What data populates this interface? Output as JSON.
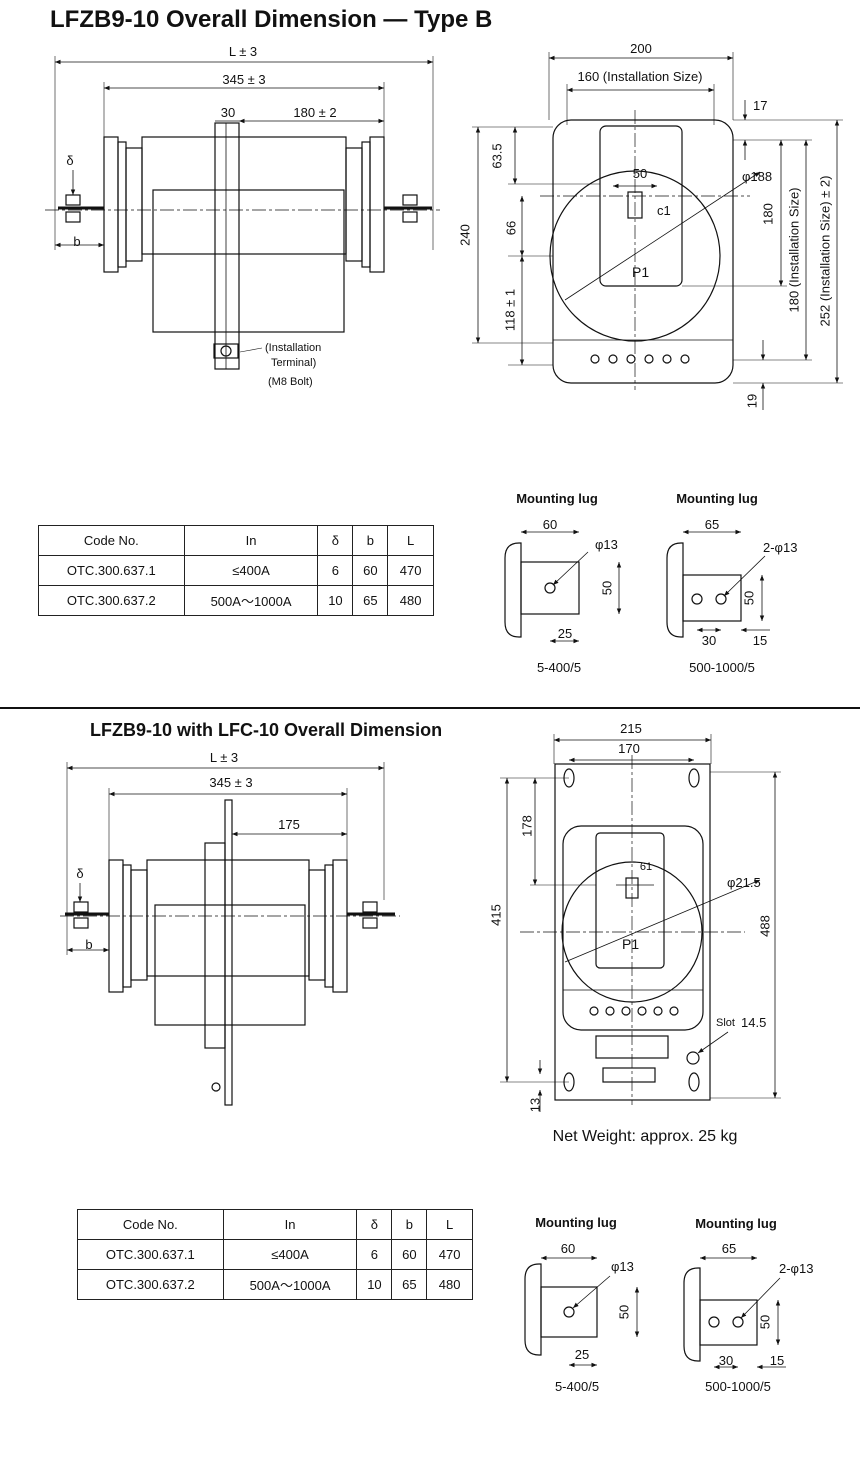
{
  "section1": {
    "title": "LFZB9-10 Overall Dimension — Type B",
    "side_view": {
      "dim_L": "L ± 3",
      "dim_345": "345 ± 3",
      "dim_30": "30",
      "dim_180": "180 ± 2",
      "delta": "δ",
      "b": "b",
      "terminal_note_1": "(Installation",
      "terminal_note_2": "Terminal)",
      "terminal_note_3": "(M8 Bolt)"
    },
    "front_view": {
      "dim_200": "200",
      "dim_160": "160 (Installation Size)",
      "dim_17": "17",
      "dim_63_5": "63.5",
      "dim_50": "50",
      "dim_phi188": "φ188",
      "dim_c1": "c1",
      "dim_66": "66",
      "dim_240": "240",
      "dim_180": "180",
      "dim_180_install": "180 (Installation Size)",
      "dim_252": "252 (Installation Size) ± 2)",
      "dim_118": "118 ± 1",
      "p1": "P1",
      "dim_19": "19"
    },
    "lug_a": {
      "title": "Mounting lug",
      "dim_60": "60",
      "phi": "φ13",
      "dim_50": "50",
      "dim_25": "25",
      "caption": "5-400/5"
    },
    "lug_b": {
      "title": "Mounting lug",
      "dim_65": "65",
      "phi": "2-φ13",
      "dim_50": "50",
      "dim_30": "30",
      "dim_15": "15",
      "caption": "500-1000/5"
    },
    "table": {
      "headers": [
        "Code No.",
        "In",
        "δ",
        "b",
        "L"
      ],
      "rows": [
        [
          "OTC.300.637.1",
          "≤400A",
          "6",
          "60",
          "470"
        ],
        [
          "OTC.300.637.2",
          "500A〜1000A",
          "10",
          "65",
          "480"
        ]
      ]
    }
  },
  "section2": {
    "title": "LFZB9-10 with LFC-10 Overall Dimension",
    "side_view": {
      "dim_L": "L ± 3",
      "dim_345": "345 ± 3",
      "dim_175": "175",
      "delta": "δ",
      "b": "b"
    },
    "front_view": {
      "dim_215": "215",
      "dim_170": "170",
      "dim_178": "178",
      "dim_61": "61",
      "dim_phi21_5": "φ21.5",
      "dim_415": "415",
      "dim_488": "488",
      "p1": "P1",
      "slot_label": "Slot",
      "slot_value": "14.5",
      "dim_13": "13"
    },
    "net_weight": "Net Weight: approx. 25 kg",
    "lug_a": {
      "title": "Mounting lug",
      "dim_60": "60",
      "phi": "φ13",
      "dim_50": "50",
      "dim_25": "25",
      "caption": "5-400/5"
    },
    "lug_b": {
      "title": "Mounting lug",
      "dim_65": "65",
      "phi": "2-φ13",
      "dim_50": "50",
      "dim_30": "30",
      "dim_15": "15",
      "caption": "500-1000/5"
    },
    "table": {
      "headers": [
        "Code No.",
        "In",
        "δ",
        "b",
        "L"
      ],
      "rows": [
        [
          "OTC.300.637.1",
          "≤400A",
          "6",
          "60",
          "470"
        ],
        [
          "OTC.300.637.2",
          "500A〜1000A",
          "10",
          "65",
          "480"
        ]
      ]
    }
  }
}
